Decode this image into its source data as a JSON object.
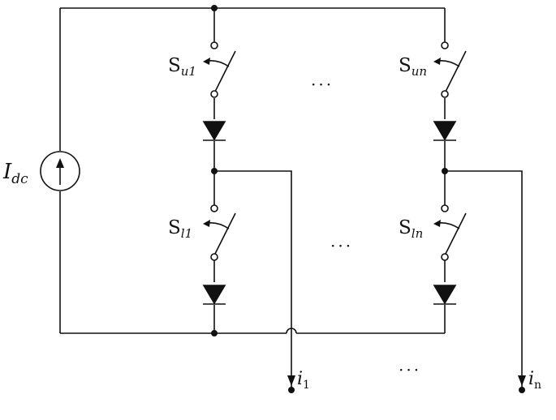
{
  "source": {
    "symbol": "I",
    "subscript": "dc"
  },
  "switches": [
    {
      "symbol": "S",
      "subscript": "u1"
    },
    {
      "symbol": "S",
      "subscript": "un"
    },
    {
      "symbol": "S",
      "subscript": "l1"
    },
    {
      "symbol": "S",
      "subscript": "ln"
    }
  ],
  "outputs": [
    {
      "symbol": "i",
      "subscript": "1"
    },
    {
      "symbol": "i",
      "subscript": "n"
    }
  ],
  "ellipsis": "···"
}
